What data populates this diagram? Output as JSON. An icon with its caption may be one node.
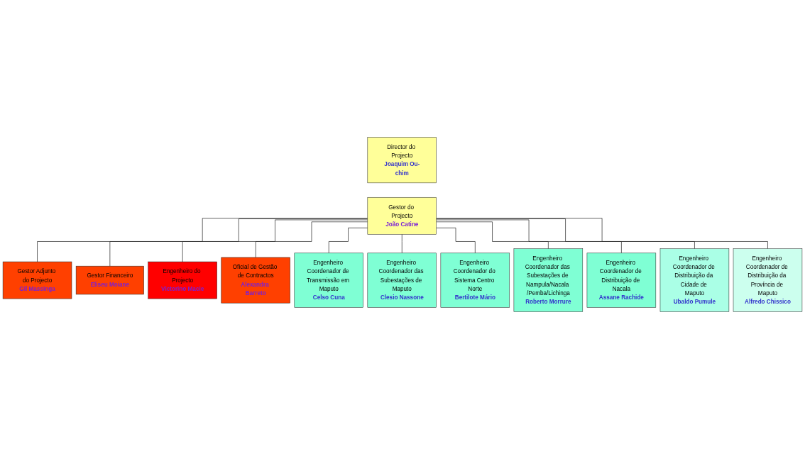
{
  "diagram": {
    "nodes": [
      {
        "text": [
          "Director do Projecto",
          "Joaquim Ou-chim"
        ]
      },
      {
        "text": [
          "Gestor do Projecto",
          "João Catine"
        ]
      },
      {
        "text": [
          "Gestor Adjunto do Projecto",
          "Gil Massinga"
        ]
      },
      {
        "text": [
          "Gestor Financeiro",
          "Eliseu  Moiane"
        ]
      },
      {
        "text": [
          "Engenheiro do Projecto",
          "Victorino Macie"
        ]
      },
      {
        "text": [
          "Oficial de Gestão de Contractos",
          "Alexandra Barreto"
        ]
      },
      {
        "text": [
          "Engenheiro Coordenador de Transmissão em Maputo",
          "Celso Cuna"
        ]
      },
      {
        "text": [
          "Engenheiro Coordenador das Subestações de Maputo",
          "Clesio Nassone"
        ]
      },
      {
        "text": [
          "Engenheiro Coordenador do Sistema Centro Norte",
          "Bertilote Mário"
        ]
      },
      {
        "text": [
          "Engenheiro Coordenador das Subestações de Nampula/Nacala /Pemba/Lichinga",
          "Roberto Morrure"
        ]
      },
      {
        "text": [
          "Engenheiro Coordenador de Distribuição de Nacala",
          "Assane Rachide"
        ]
      },
      {
        "text": [
          "Engenheiro Coordenador de Distribuição da Cidade de Maputo",
          "Ubaldo Pumule"
        ]
      },
      {
        "text": [
          "Engenheiro Coordenador de Distribuição da Província de Maputo",
          "Alfredo Chissico"
        ]
      }
    ],
    "edges": [
      {
        "from": 1,
        "to": 2,
        "arrow": "none"
      },
      {
        "from": 1,
        "to": 3,
        "arrow": "none"
      },
      {
        "from": 1,
        "to": 4,
        "arrow": "none"
      },
      {
        "from": 1,
        "to": 5,
        "arrow": "none"
      },
      {
        "from": 1,
        "to": 6,
        "arrow": "none"
      },
      {
        "from": 1,
        "to": 7,
        "arrow": "none"
      },
      {
        "from": 1,
        "to": 8,
        "arrow": "none"
      },
      {
        "from": 1,
        "to": 9,
        "arrow": "none"
      },
      {
        "from": 1,
        "to": 10,
        "arrow": "none"
      },
      {
        "from": 1,
        "to": 11,
        "arrow": "none"
      },
      {
        "from": 1,
        "to": 12,
        "arrow": "none"
      }
    ]
  }
}
